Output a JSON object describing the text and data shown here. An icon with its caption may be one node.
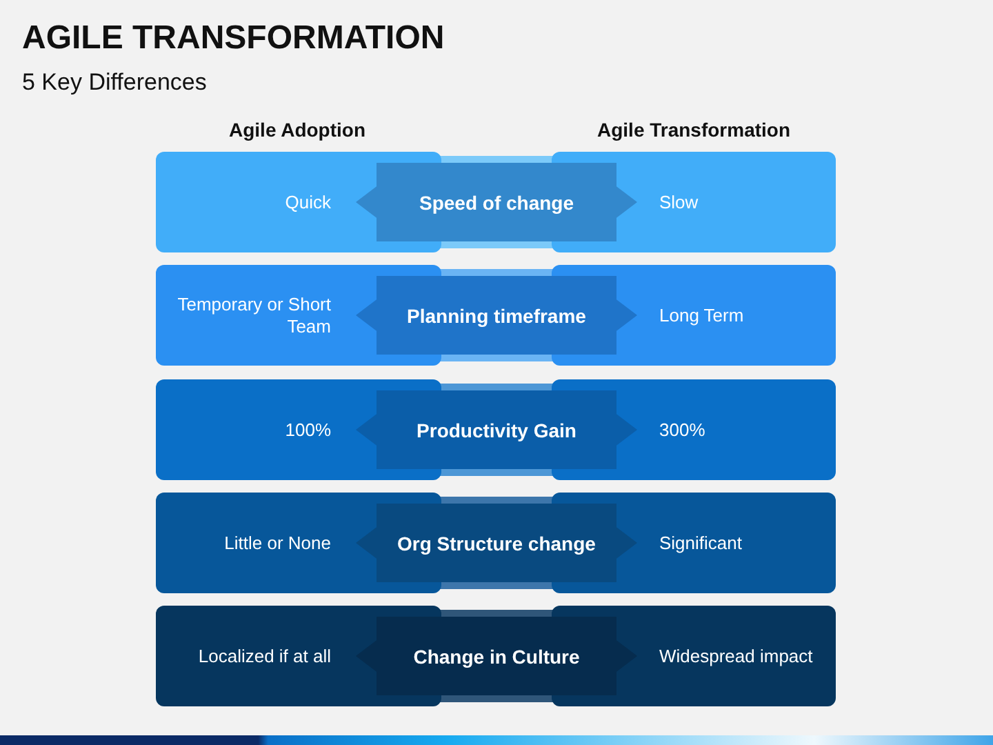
{
  "diagram": {
    "title": "AGILE TRANSFORMATION",
    "caption": "5 Key Differences",
    "nodes": [
      {
        "text": [
          "Quick"
        ]
      },
      {
        "text": [
          "Speed of change"
        ]
      },
      {
        "text": [
          "Slow"
        ]
      },
      {
        "text": [
          "Temporary or Short Team"
        ]
      },
      {
        "text": [
          "Planning timeframe"
        ]
      },
      {
        "text": [
          "Long Term"
        ]
      },
      {
        "text": [
          "100%"
        ]
      },
      {
        "text": [
          "Productivity Gain"
        ]
      },
      {
        "text": [
          "300%"
        ]
      },
      {
        "text": [
          "Little or None"
        ]
      },
      {
        "text": [
          "Org Structure change"
        ]
      },
      {
        "text": [
          "Significant"
        ]
      },
      {
        "text": [
          "Localized if at all"
        ]
      },
      {
        "text": [
          "Change in Culture"
        ]
      },
      {
        "text": [
          "Widespread impact"
        ]
      }
    ],
    "labels": [
      "Agile Adoption",
      "Agile Transformation"
    ]
  }
}
